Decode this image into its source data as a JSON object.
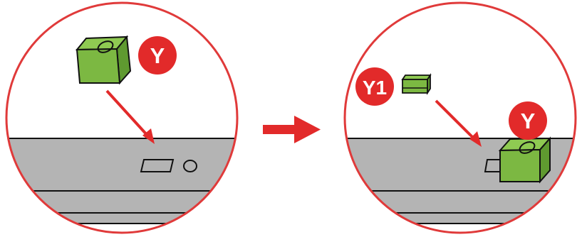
{
  "badges": {
    "left_y": "Y",
    "right_y1": "Y1",
    "right_y": "Y"
  },
  "colors": {
    "circle_stroke": "#e03a3a",
    "badge_fill": "#e22a2a",
    "arrow": "#e22a2a",
    "panel_fill": "#b4b4b4",
    "component_front": "#7cb842",
    "component_top": "#8fca52",
    "component_side": "#5f9a30",
    "outline": "#111111"
  },
  "icons": {
    "transition_arrow": "right-arrow-icon",
    "insertion_arrow": "diagonal-arrow-icon",
    "component": "green-block-icon"
  }
}
